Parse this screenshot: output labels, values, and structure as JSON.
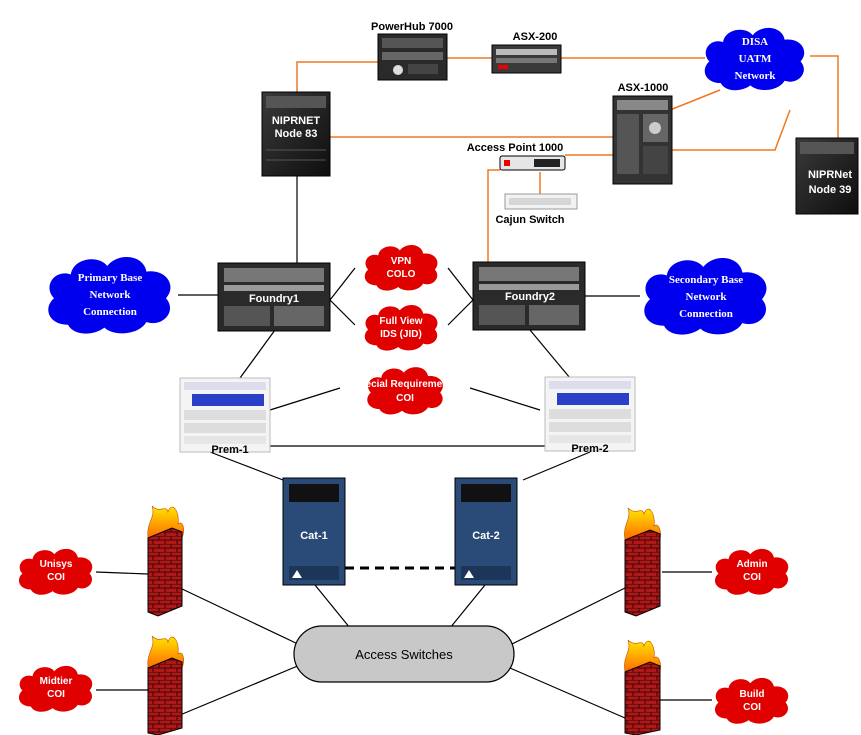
{
  "devices": {
    "powerhub": "PowerHub 7000",
    "asx200": "ASX-200",
    "asx1000": "ASX-1000",
    "access_point": "Access Point 1000",
    "cajun": "Cajun Switch",
    "node83": [
      "NIPRNET",
      "Node 83"
    ],
    "node39": [
      "NIPRNet",
      "Node 39"
    ],
    "foundry1": "Foundry1",
    "foundry2": "Foundry2",
    "prem1": "Prem-1",
    "prem2": "Prem-2",
    "cat1": "Cat-1",
    "cat2": "Cat-2"
  },
  "clouds": {
    "disa": [
      "DISA",
      "UATM",
      "Network"
    ],
    "primary": [
      "Primary Base",
      "Network",
      "Connection"
    ],
    "secondary": [
      "Secondary Base",
      "Network",
      "Connection"
    ],
    "vpn": [
      "VPN",
      "COLO"
    ],
    "fullview": [
      "Full View",
      "IDS (JID)"
    ],
    "special": [
      "Special Requirements",
      "COI"
    ],
    "unisys": [
      "Unisys",
      "COI"
    ],
    "midtier": [
      "Midtier",
      "COI"
    ],
    "admin": [
      "Admin",
      "COI"
    ],
    "build": [
      "Build",
      "COI"
    ]
  },
  "access_switches": "Access Switches",
  "colors": {
    "wan_link": "#f07820",
    "blue_cloud": "#0000ee",
    "red_cloud": "#e00000",
    "cat_switch": "#2a4a78",
    "firewall_brick": "#b01818",
    "access_switch_fill": "#c8c8c8"
  }
}
